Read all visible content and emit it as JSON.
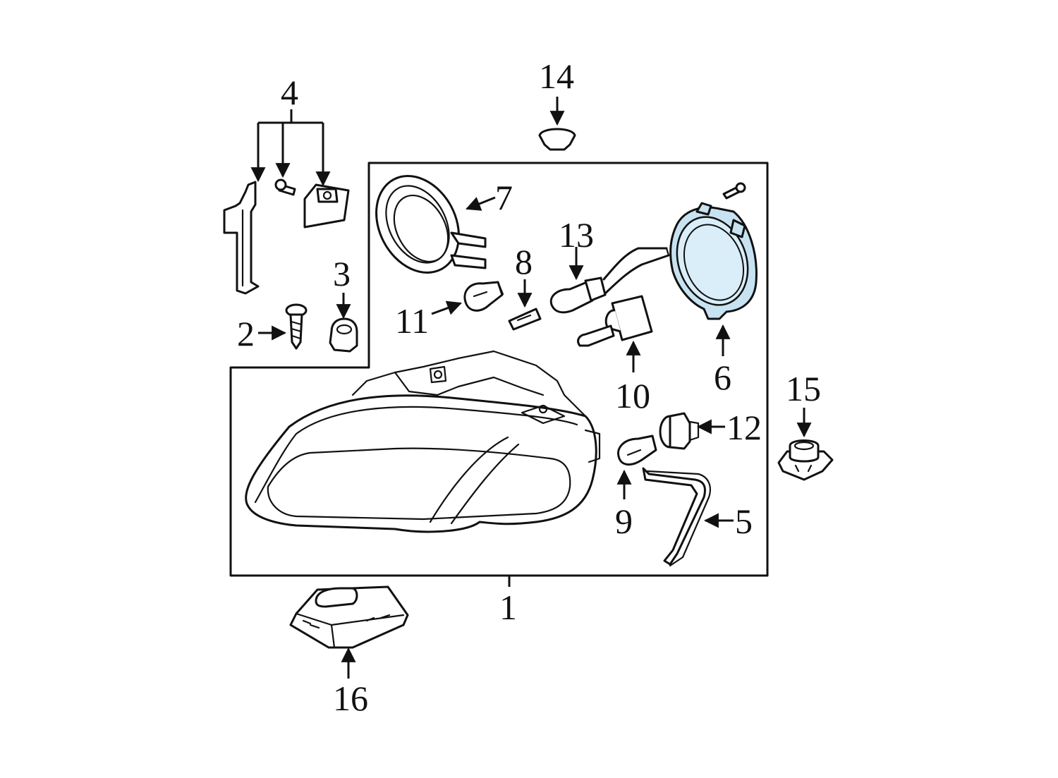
{
  "labels": {
    "p1": "1",
    "p2": "2",
    "p3": "3",
    "p4": "4",
    "p5": "5",
    "p6": "6",
    "p7": "7",
    "p8": "8",
    "p9": "9",
    "p10": "10",
    "p11": "11",
    "p12": "12",
    "p13": "13",
    "p14": "14",
    "p15": "15",
    "p16": "16"
  },
  "highlighted_part": "6",
  "colors": {
    "line": "#111111",
    "highlight": "#c7e3f2",
    "background": "#ffffff"
  }
}
